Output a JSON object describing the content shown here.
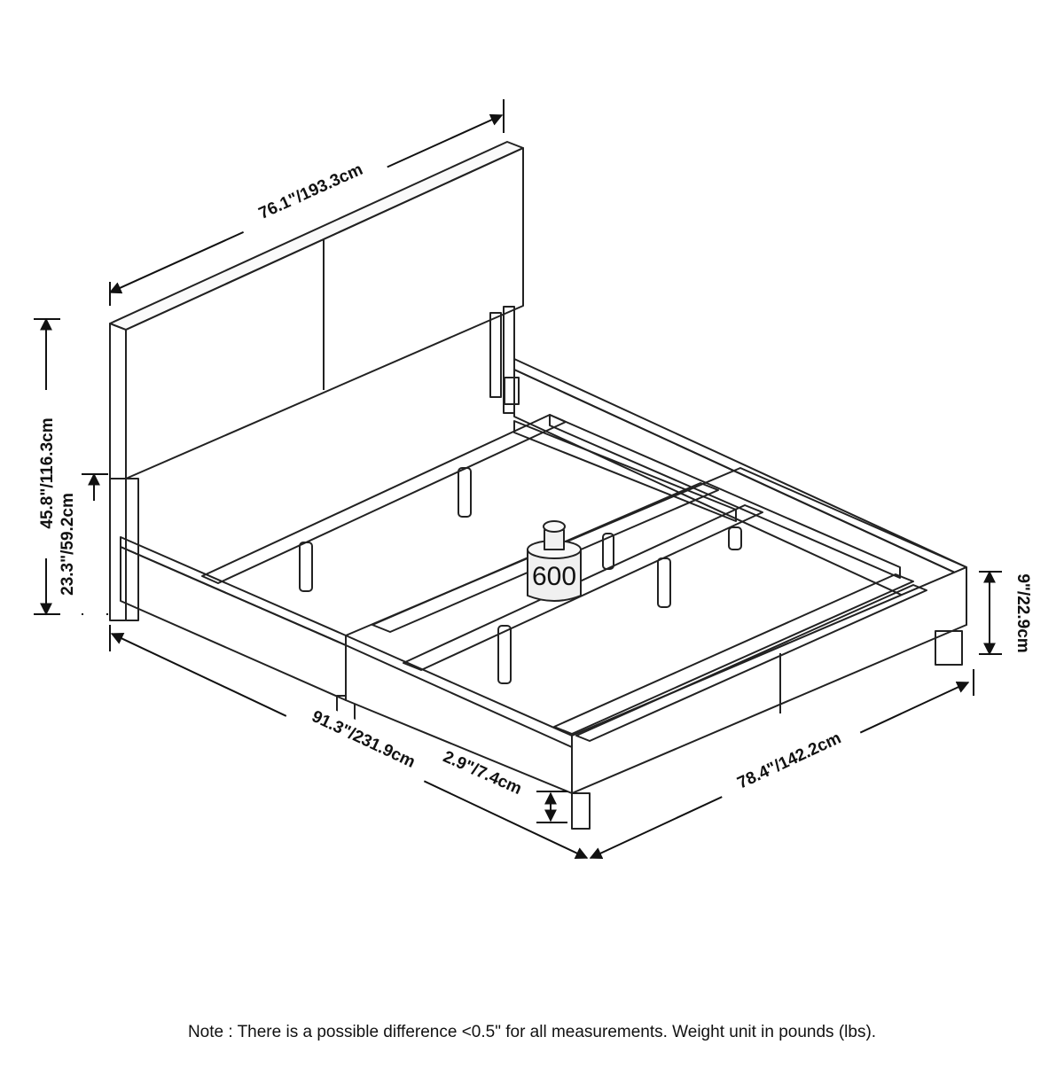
{
  "dimensions": {
    "headboard_width": "76.1\"/193.3cm",
    "total_height": "45.8\"/116.3cm",
    "headboard_panel_height": "23.3\"/59.2cm",
    "side_rail_height": "9\"/22.9cm",
    "length": "91.3\"/231.9cm",
    "clearance": "2.9\"/7.4cm",
    "width": "78.4\"/142.2cm"
  },
  "weight_capacity": "600",
  "note": "Note : There is a possible difference <0.5\" for all measurements. Weight unit in pounds (lbs)."
}
